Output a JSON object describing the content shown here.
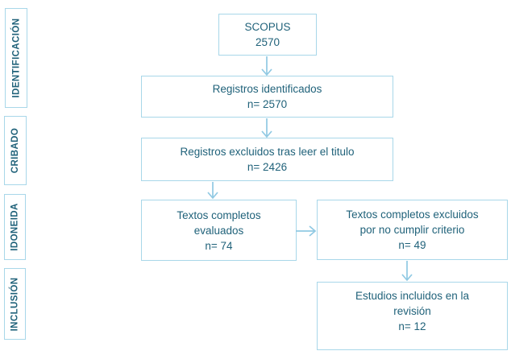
{
  "palette": {
    "background": "#ffffff",
    "box_border": "#a8d7e9",
    "arrow": "#90c9e3",
    "text": "#20627a"
  },
  "sidebar": {
    "stages": [
      "IDENTIFICACIÓN",
      "CRIBADO",
      "IDONEIDA",
      "INCLUSIÓN"
    ]
  },
  "flow": {
    "scopus": {
      "lines": [
        "SCOPUS",
        "2570"
      ]
    },
    "identified": {
      "lines": [
        "Registros identificados",
        "n= 2570"
      ]
    },
    "excluded_after_title": {
      "lines": [
        "Registros excluidos tras leer el titulo",
        "n= 2426"
      ]
    },
    "fulltext_evaluated": {
      "lines": [
        "Textos completos",
        "evaluados",
        "n= 74"
      ]
    },
    "fulltext_excluded": {
      "lines": [
        "Textos completos excluidos",
        "por no cumplir criterio",
        "n= 49"
      ]
    },
    "included_in_review": {
      "lines": [
        "Estudios incluidos en la",
        "revisión",
        "n= 12"
      ]
    }
  }
}
